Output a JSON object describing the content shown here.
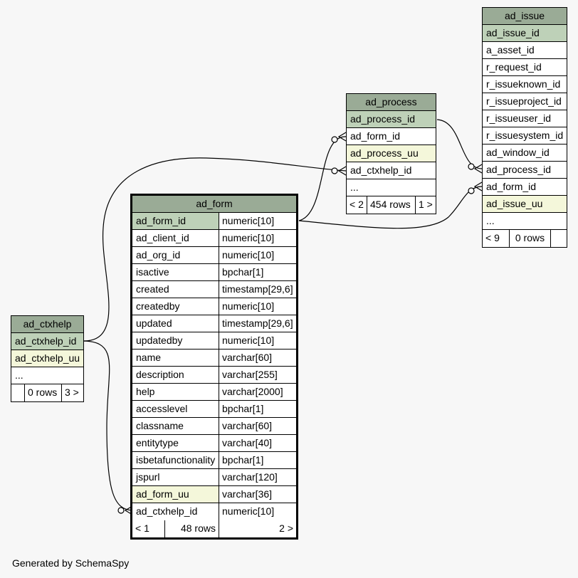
{
  "footer": "Generated by SchemaSpy",
  "ad_issue": {
    "title": "ad_issue",
    "columns": [
      {
        "name": "ad_issue_id",
        "kind": "pk"
      },
      {
        "name": "a_asset_id",
        "kind": ""
      },
      {
        "name": "r_request_id",
        "kind": ""
      },
      {
        "name": "r_issueknown_id",
        "kind": ""
      },
      {
        "name": "r_issueproject_id",
        "kind": ""
      },
      {
        "name": "r_issueuser_id",
        "kind": ""
      },
      {
        "name": "r_issuesystem_id",
        "kind": ""
      },
      {
        "name": "ad_window_id",
        "kind": ""
      },
      {
        "name": "ad_process_id",
        "kind": ""
      },
      {
        "name": "ad_form_id",
        "kind": ""
      },
      {
        "name": "ad_issue_uu",
        "kind": "uu"
      },
      {
        "name": "...",
        "kind": ""
      }
    ],
    "foot": [
      "< 9",
      "0 rows",
      ""
    ]
  },
  "ad_process": {
    "title": "ad_process",
    "columns": [
      {
        "name": "ad_process_id",
        "kind": "pk"
      },
      {
        "name": "ad_form_id",
        "kind": ""
      },
      {
        "name": "ad_process_uu",
        "kind": "uu"
      },
      {
        "name": "ad_ctxhelp_id",
        "kind": ""
      },
      {
        "name": "...",
        "kind": ""
      }
    ],
    "foot": [
      "< 2",
      "454 rows",
      "1 >"
    ]
  },
  "ad_form": {
    "title": "ad_form",
    "columns": [
      {
        "name": "ad_form_id",
        "type": "numeric[10]",
        "kind": "pk"
      },
      {
        "name": "ad_client_id",
        "type": "numeric[10]",
        "kind": ""
      },
      {
        "name": "ad_org_id",
        "type": "numeric[10]",
        "kind": ""
      },
      {
        "name": "isactive",
        "type": "bpchar[1]",
        "kind": ""
      },
      {
        "name": "created",
        "type": "timestamp[29,6]",
        "kind": ""
      },
      {
        "name": "createdby",
        "type": "numeric[10]",
        "kind": ""
      },
      {
        "name": "updated",
        "type": "timestamp[29,6]",
        "kind": ""
      },
      {
        "name": "updatedby",
        "type": "numeric[10]",
        "kind": ""
      },
      {
        "name": "name",
        "type": "varchar[60]",
        "kind": ""
      },
      {
        "name": "description",
        "type": "varchar[255]",
        "kind": ""
      },
      {
        "name": "help",
        "type": "varchar[2000]",
        "kind": ""
      },
      {
        "name": "accesslevel",
        "type": "bpchar[1]",
        "kind": ""
      },
      {
        "name": "classname",
        "type": "varchar[60]",
        "kind": ""
      },
      {
        "name": "entitytype",
        "type": "varchar[40]",
        "kind": ""
      },
      {
        "name": "isbetafunctionality",
        "type": "bpchar[1]",
        "kind": ""
      },
      {
        "name": "jspurl",
        "type": "varchar[120]",
        "kind": ""
      },
      {
        "name": "ad_form_uu",
        "type": "varchar[36]",
        "kind": "uu"
      },
      {
        "name": "ad_ctxhelp_id",
        "type": "numeric[10]",
        "kind": ""
      }
    ],
    "foot": [
      "< 1",
      "48 rows",
      "2 >"
    ]
  },
  "ad_ctxhelp": {
    "title": "ad_ctxhelp",
    "columns": [
      {
        "name": "ad_ctxhelp_id",
        "kind": "pk"
      },
      {
        "name": "ad_ctxhelp_uu",
        "kind": "uu"
      },
      {
        "name": "...",
        "kind": ""
      }
    ],
    "foot": [
      "",
      "0 rows",
      "3 >"
    ]
  }
}
